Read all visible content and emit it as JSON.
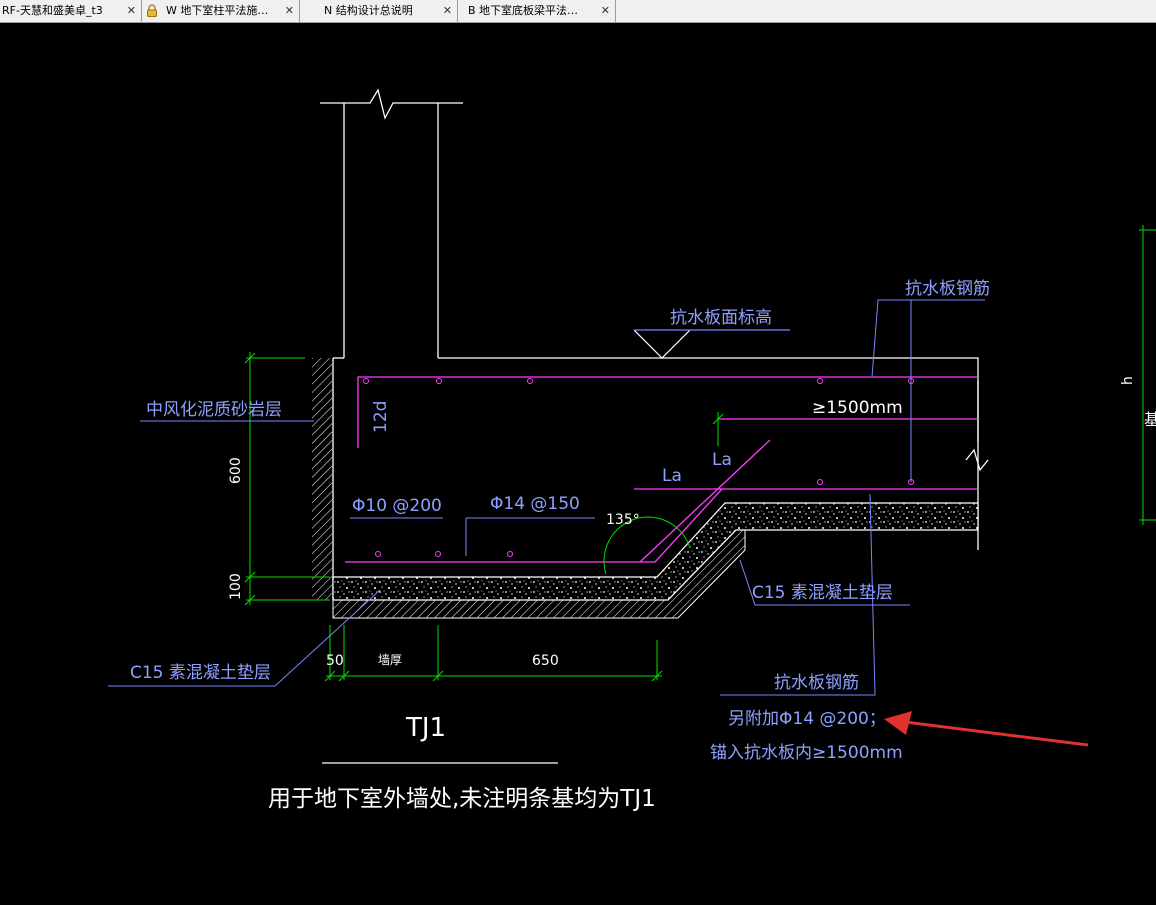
{
  "tabs": [
    {
      "label": "RF-天慧和盛美卓_t3",
      "close": "✕",
      "locked": false
    },
    {
      "label": "W 地下室柱平法施…",
      "close": "✕",
      "locked": true
    },
    {
      "label": "N 结构设计总说明",
      "close": "✕",
      "locked": false
    },
    {
      "label": "B 地下室底板梁平法…",
      "close": "✕",
      "locked": false
    }
  ],
  "drawing": {
    "labels": {
      "rock_layer": "中风化泥质砂岩层",
      "slab_top_elev": "抗水板面标高",
      "slab_rebar_top": "抗水板钢筋",
      "len_1500": "≥1500mm",
      "d12": "12d",
      "la1": "La",
      "la2": "La",
      "phi10": "Φ10 @200",
      "phi14": "Φ14 @150",
      "angle": "135°",
      "c15_right": "C15 素混凝土垫层",
      "c15_left": "C15 素混凝土垫层",
      "dim_600": "600",
      "dim_100": "100",
      "dim_50": "50",
      "wall_thickness": "墙厚",
      "dim_650": "650",
      "slab_rebar_bottom": "抗水板钢筋",
      "extra_rebar_1": "另附加Φ14 @200；",
      "extra_rebar_2": "锚入抗水板内≥1500mm",
      "title": "TJ1",
      "subtitle": "用于地下室外墙处,未注明条基均为TJ1",
      "right_h": "h",
      "right_partial": "基"
    },
    "colors": {
      "outline": "#ffffff",
      "rebar": "#ff3cff",
      "dimension": "#00e000",
      "annotation": "#8ea0ff",
      "leader": "#7a85ff",
      "arrow": "#e03030"
    }
  }
}
